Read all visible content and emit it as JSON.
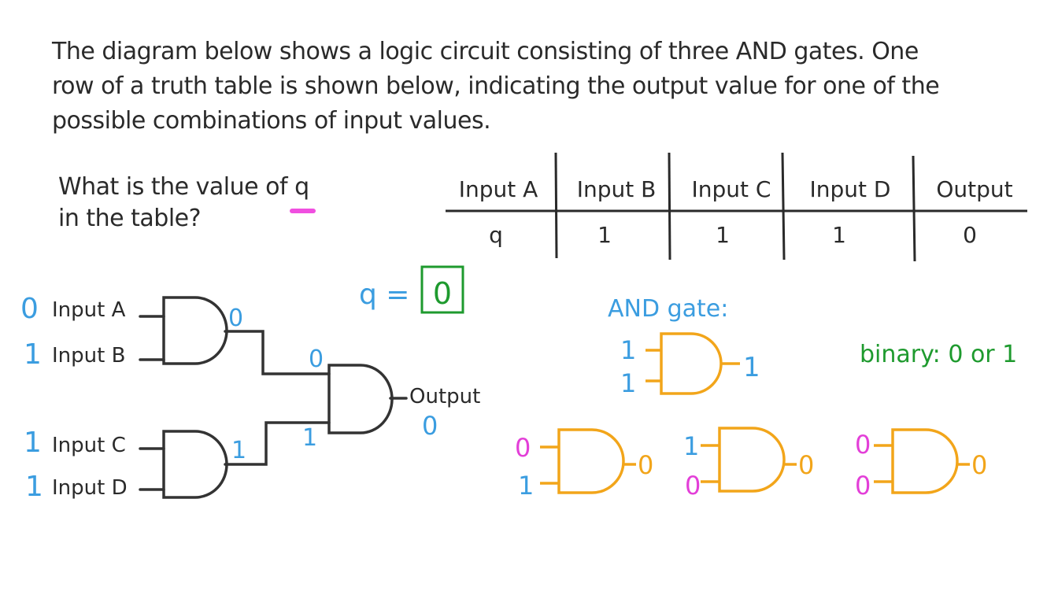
{
  "intro": {
    "line1": "The diagram below shows a logic circuit consisting of three AND gates.  One",
    "line2": "row of a truth table is shown below, indicating the output value for one of the",
    "line3": "possible combinations of input values."
  },
  "question": {
    "line1_prefix": "What is the value of ",
    "variable": "q",
    "line2": "in the table?"
  },
  "table": {
    "headers": [
      "Input A",
      "Input B",
      "Input C",
      "Input D",
      "Output"
    ],
    "row": [
      "q",
      "1",
      "1",
      "1",
      "0"
    ]
  },
  "answer": {
    "lhs": "q =",
    "value": "0"
  },
  "circuit": {
    "input_a": {
      "label": "Input A",
      "value": "0"
    },
    "input_b": {
      "label": "Input B",
      "value": "1"
    },
    "input_c": {
      "label": "Input C",
      "value": "1"
    },
    "input_d": {
      "label": "Input D",
      "value": "1"
    },
    "gate1_out": "0",
    "gate2_out": "1",
    "gate3_in_top": "0",
    "gate3_in_bottom": "1",
    "output_label": "Output",
    "output_value": "0"
  },
  "reference": {
    "title": "AND gate:",
    "example": {
      "in1": "1",
      "in2": "1",
      "out": "1"
    },
    "binary_note": "binary: 0 or 1",
    "gates": [
      {
        "in1": "0",
        "in2": "1",
        "out": "0"
      },
      {
        "in1": "1",
        "in2": "0",
        "out": "0"
      },
      {
        "in1": "0",
        "in2": "0",
        "out": "0"
      }
    ]
  },
  "colors": {
    "ink": "#2a2a2a",
    "blue": "#3b9de0",
    "green": "#1e9a2e",
    "magenta": "#e33fd8",
    "orange": "#f2a51a"
  }
}
